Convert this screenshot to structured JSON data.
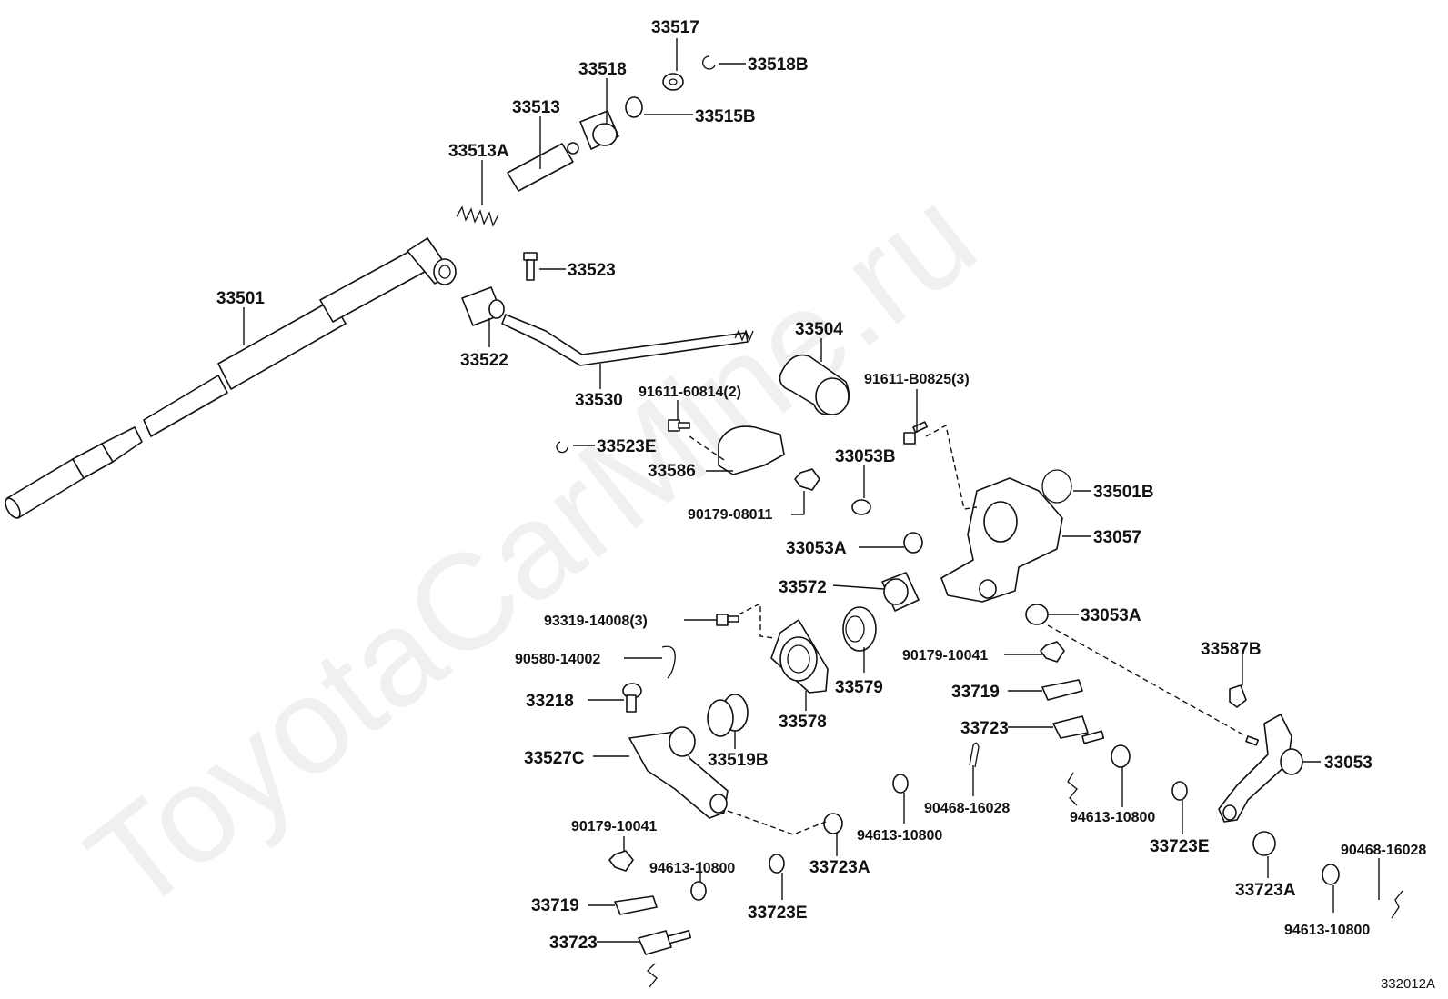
{
  "watermark": "ToyotaCarMine.ru",
  "diagram_code": "332012A",
  "labels": {
    "p33517": "33517",
    "p33518B": "33518B",
    "p33518": "33518",
    "p33515B": "33515B",
    "p33513": "33513",
    "p33513A": "33513A",
    "p33523": "33523",
    "p33501": "33501",
    "p33522": "33522",
    "p33504": "33504",
    "p33530": "33530",
    "p91611_60814": "91611-60814(2)",
    "p91611_B0825": "91611-B0825(3)",
    "p33523E": "33523E",
    "p33586": "33586",
    "p33053B": "33053B",
    "p33501B": "33501B",
    "p90179_08011": "90179-08011",
    "p33057": "33057",
    "p33053A_1": "33053A",
    "p33572": "33572",
    "p33053A_2": "33053A",
    "p93319": "93319-14008(3)",
    "p90580": "90580-14002",
    "p90179_10041_a": "90179-10041",
    "p33587B": "33587B",
    "p33579": "33579",
    "p33719_a": "33719",
    "p33218": "33218",
    "p33578": "33578",
    "p33723_a": "33723",
    "p33053": "33053",
    "p33527C": "33527C",
    "p33519B": "33519B",
    "p90468_a": "90468-16028",
    "p94613_a": "94613-10800",
    "p94613_b": "94613-10800",
    "p90179_10041_b": "90179-10041",
    "p33723E_a": "33723E",
    "p90468_b": "90468-16028",
    "p94613_c": "94613-10800",
    "p33723A_a": "33723A",
    "p33723A_b": "33723A",
    "p33719_b": "33719",
    "p33723E_b": "33723E",
    "p94613_d": "94613-10800",
    "p33723_b": "33723"
  }
}
